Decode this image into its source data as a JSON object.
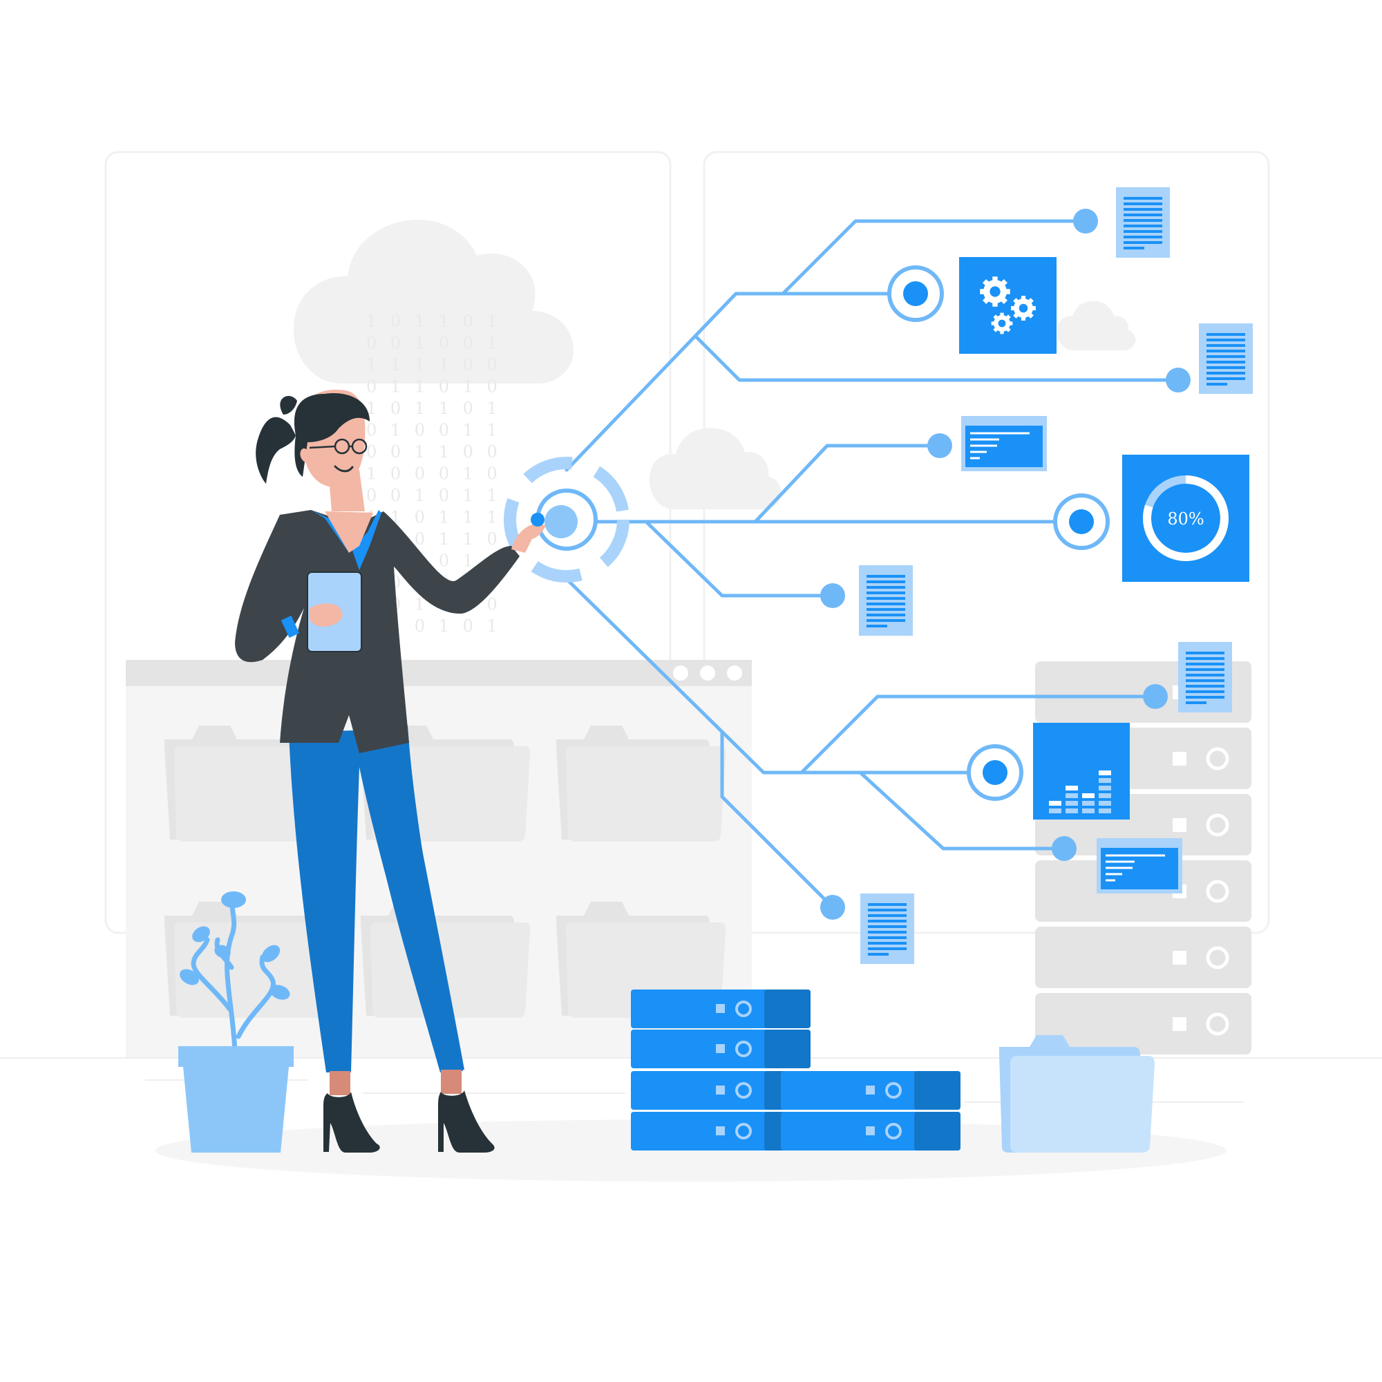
{
  "colors": {
    "accent": "#1a91f6",
    "accent_dark": "#1377c9",
    "accent_light": "#6fb8f8",
    "accent_pale": "#a9d3fb",
    "grey_light": "#f1f1f1",
    "grey_mid": "#e4e4e4",
    "suit": "#3d454b",
    "pants": "#1476c9"
  },
  "binary_rows": [
    "1 0 1 1 0 1",
    "0 0 1 0 0 1",
    "1 1 1 1 0 0",
    "0 1 1 0 1 0",
    "1 0 1 1 0 1",
    "0 1 0 0 1 1",
    "0 0 1 1 0 0",
    "1 0 0 0 1 0",
    "0 0 1 0 1 1",
    "1 1 0 1 1 1",
    "0 1 0 1 1 0",
    "1 1 1 0 1 1",
    "0 0 1 0 0 0",
    "1 0 1 1 0 0",
    "1 1 0 1 0 1"
  ],
  "progress": {
    "label": "80%",
    "value": 0.8
  },
  "bar_chart_levels": [
    2,
    4,
    3,
    6
  ],
  "icons": [
    "cloud-icon",
    "gear-icon",
    "document-icon",
    "terminal-window-icon",
    "progress-ring-icon",
    "bar-chart-icon",
    "server-stack-icon",
    "folder-icon",
    "plant-icon"
  ]
}
